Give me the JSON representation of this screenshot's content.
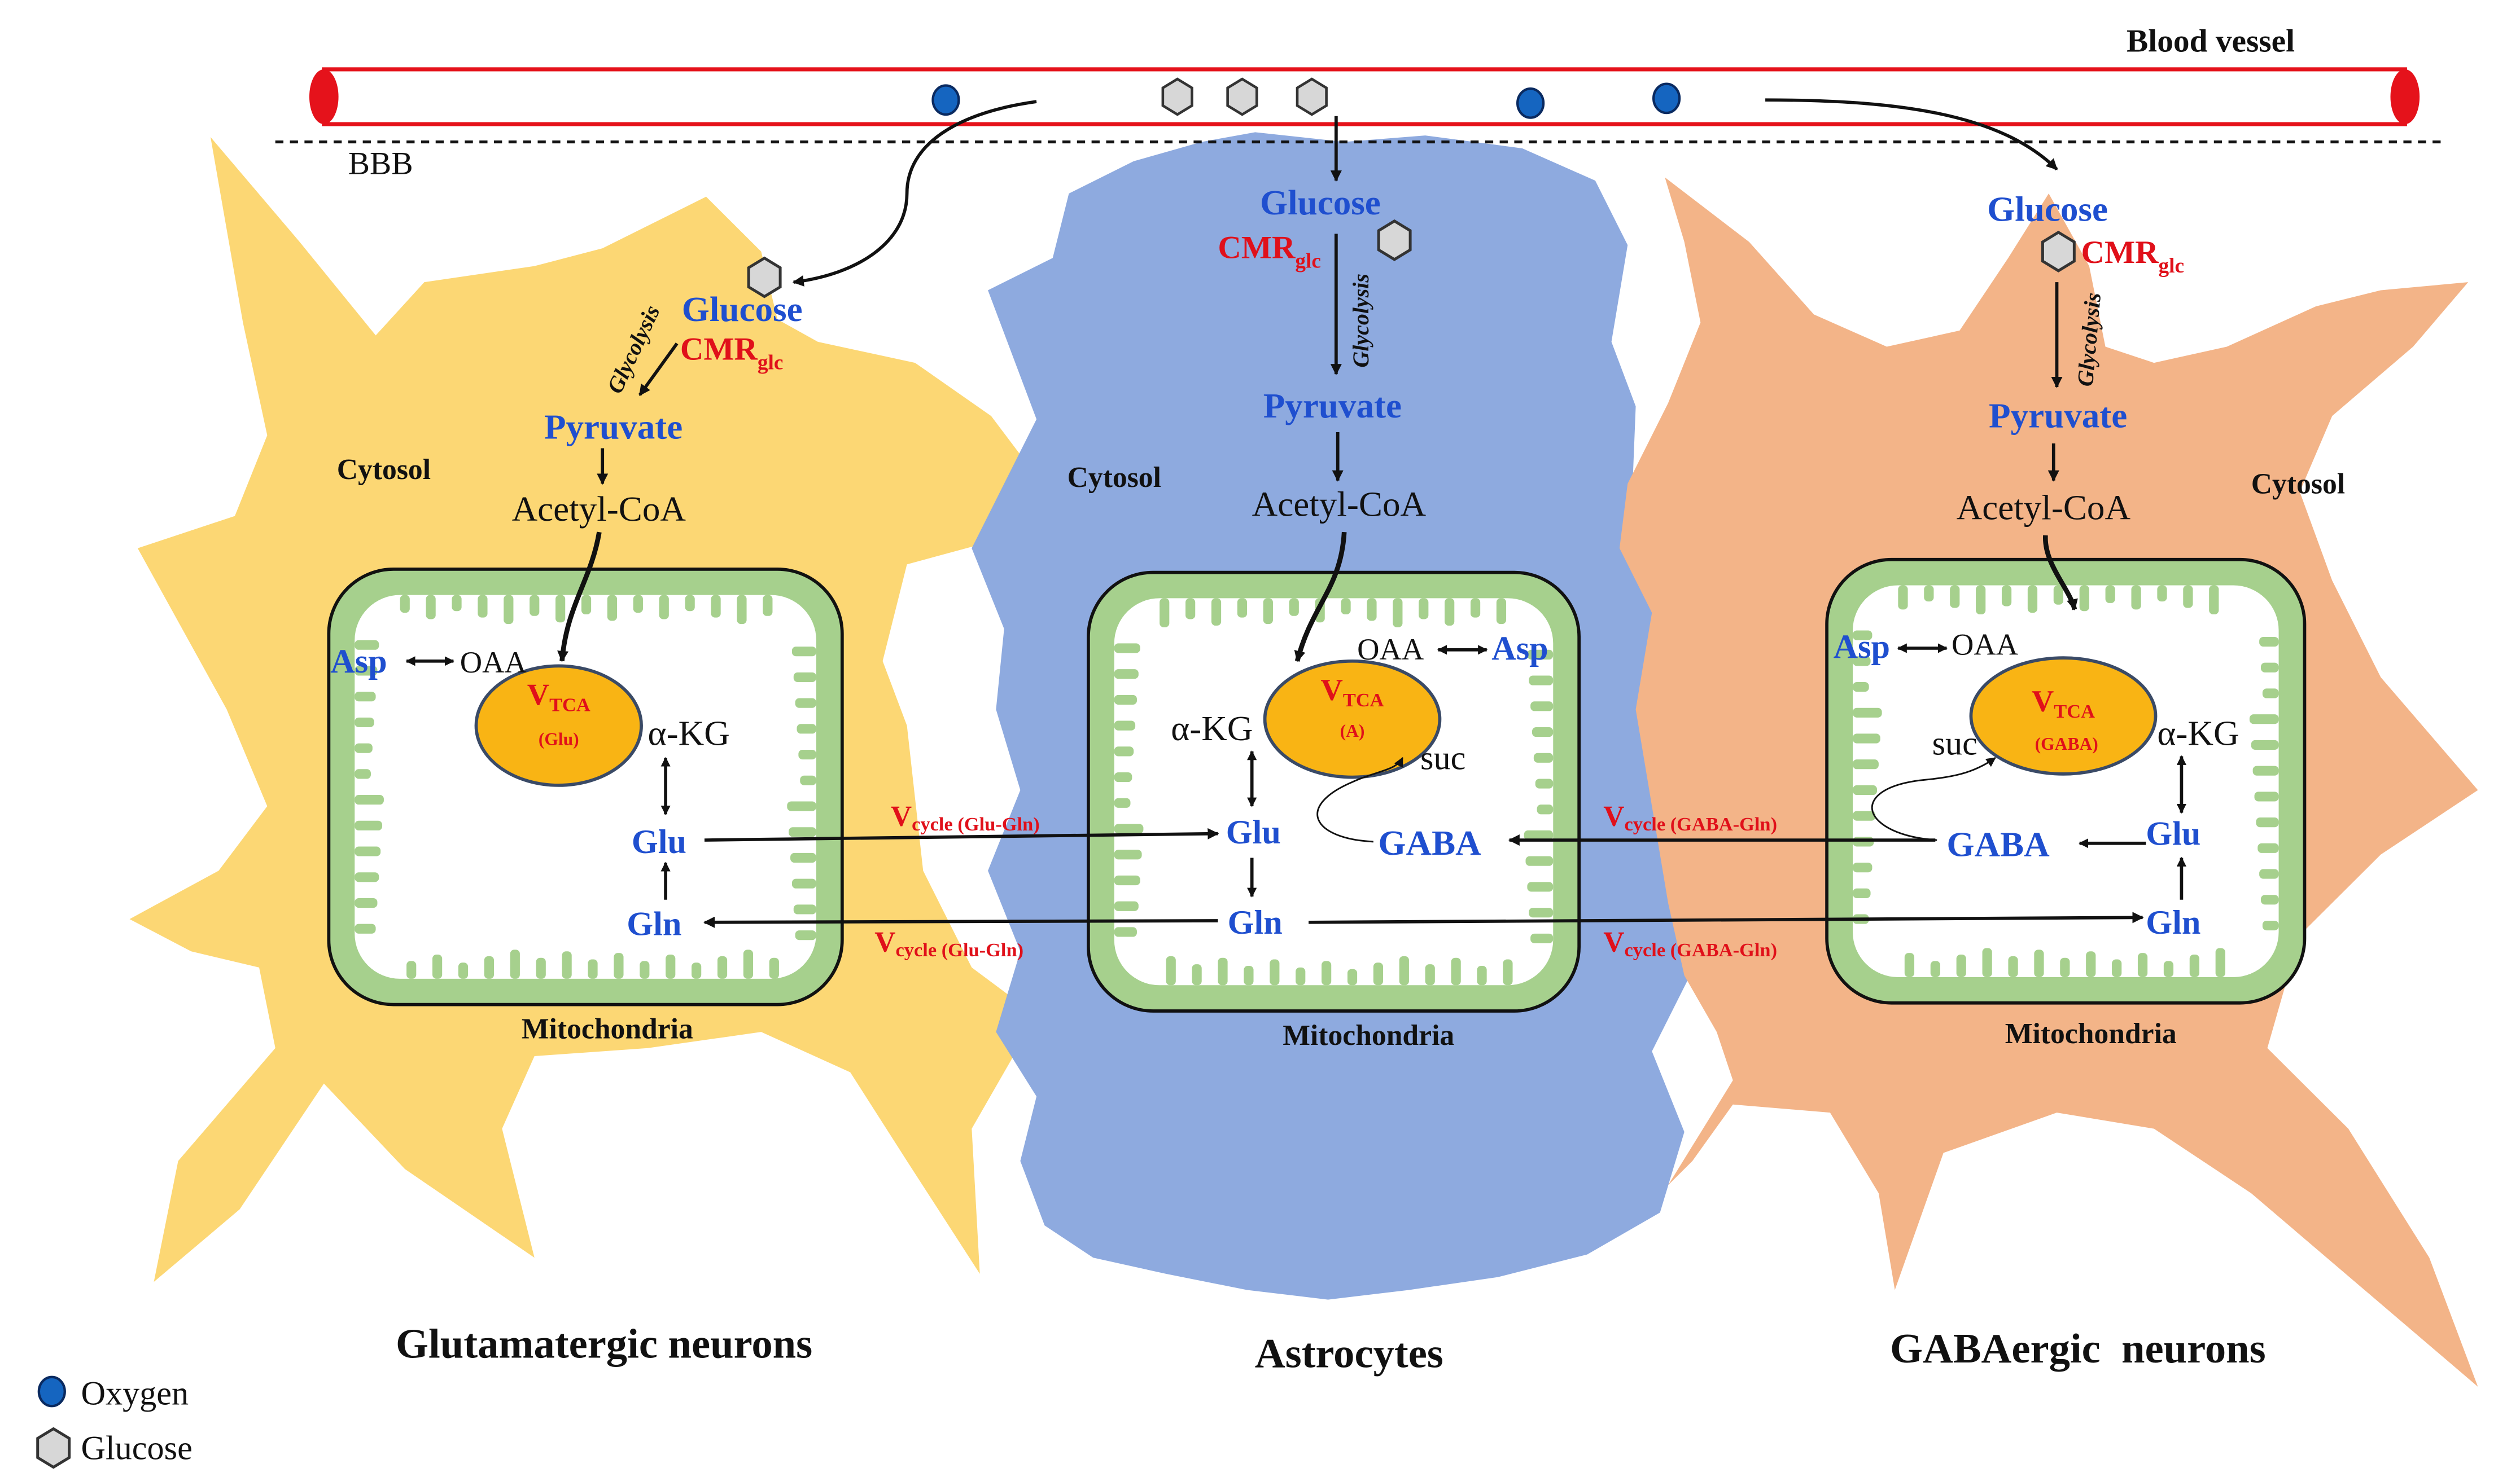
{
  "blood_vessel_label": "Blood vessel",
  "bbb_label": "BBB",
  "legend": {
    "oxygen": "Oxygen",
    "glucose": "Glucose"
  },
  "colors": {
    "glutamatergic_cell": "#fcd774",
    "astrocyte_cell": "#8eaadf",
    "gabaergic_cell": "#f3b488",
    "mitochondria_fill": "#ffffff",
    "mitochondria_cristae": "#a6d08d",
    "tca_ellipse": "#f9b414",
    "vessel_stroke": "#e5121b",
    "oxygen": "#1565c0",
    "glucose": "#d7d7d7",
    "metabolite_text": "#1f4fcf",
    "flux_text": "#e0101a"
  },
  "cells": {
    "glutamatergic": {
      "title": "Glutamatergic neurons",
      "cytosol": "Cytosol",
      "mitochondria": "Mitochondria",
      "glucose": "Glucose",
      "cmr": "CMR",
      "cmr_sub": "glc",
      "glycolysis": "Glycolysis",
      "pyruvate": "Pyruvate",
      "acetyl_coa": "Acetyl-CoA",
      "asp": "Asp",
      "oaa": "OAA",
      "vtca": "V",
      "vtca_sub": "TCA",
      "vtca_tag": "(Glu)",
      "akg": "α-KG",
      "glu": "Glu",
      "gln": "Gln"
    },
    "astrocyte": {
      "title": "Astrocytes",
      "cytosol": "Cytosol",
      "mitochondria": "Mitochondria",
      "glucose": "Glucose",
      "cmr": "CMR",
      "cmr_sub": "glc",
      "glycolysis": "Glycolysis",
      "pyruvate": "Pyruvate",
      "acetyl_coa": "Acetyl-CoA",
      "oaa": "OAA",
      "asp": "Asp",
      "vtca": "V",
      "vtca_sub": "TCA",
      "vtca_tag": "(A)",
      "akg": "α-KG",
      "suc": "suc",
      "glu": "Glu",
      "gln": "Gln",
      "gaba": "GABA"
    },
    "gabaergic": {
      "title": "GABAergic  neurons",
      "cytosol": "Cytosol",
      "mitochondria": "Mitochondria",
      "glucose": "Glucose",
      "cmr": "CMR",
      "cmr_sub": "glc",
      "glycolysis": "Glycolysis",
      "pyruvate": "Pyruvate",
      "acetyl_coa": "Acetyl-CoA",
      "asp": "Asp",
      "oaa": "OAA",
      "vtca": "V",
      "vtca_sub": "TCA",
      "vtca_tag": "(GABA)",
      "akg": "α-KG",
      "suc": "suc",
      "gaba": "GABA",
      "glu": "Glu",
      "gln": "Gln"
    }
  },
  "fluxes": {
    "glu_gln_top": {
      "v": "V",
      "sub": "cycle (Glu-Gln)"
    },
    "glu_gln_bottom": {
      "v": "V",
      "sub": "cycle (Glu-Gln)"
    },
    "gaba_gln_top": {
      "v": "V",
      "sub": "cycle (GABA-Gln)"
    },
    "gaba_gln_bottom": {
      "v": "V",
      "sub": "cycle (GABA-Gln)"
    }
  }
}
